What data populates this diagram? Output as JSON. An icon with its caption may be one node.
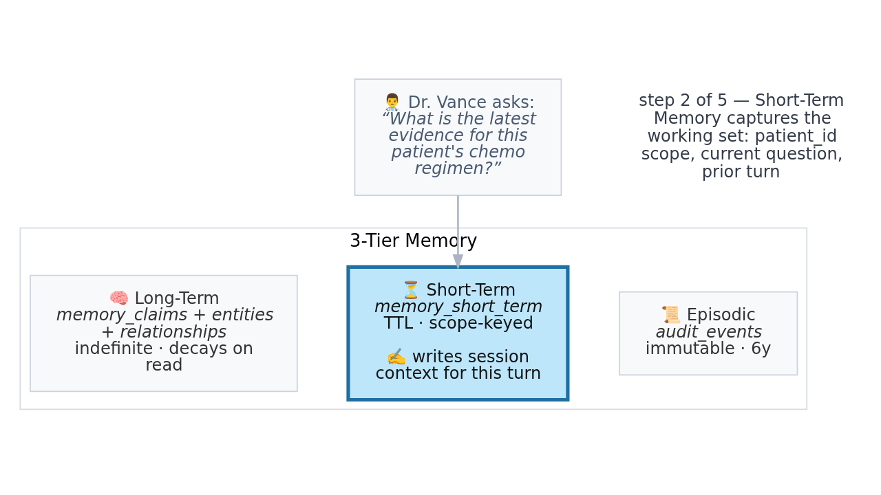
{
  "diagram": {
    "nodes": [
      {
        "text": [
          "👨‍⚕️ Dr. Vance asks:",
          "“What is the latest evidence for this patient's chemo regimen?”"
        ]
      },
      {
        "text": [
          "3-Tier Memory"
        ]
      },
      {
        "text": [
          "📜 Episodic",
          "audit_events",
          "immutable · 6y"
        ],
        "in": 1
      },
      {
        "text": [
          "⏳ Short-Term",
          "memory_short_term",
          "TTL · scope-keyed",
          "✍️ writes session context for this turn"
        ],
        "in": 1
      },
      {
        "text": [
          "🧠 Long-Term",
          "memory_claims + entities + relationships",
          "indefinite · decays on read"
        ],
        "in": 1
      }
    ],
    "edges": [
      {
        "from": 0,
        "to": 3,
        "arrow": "to"
      }
    ],
    "labels": [
      "step 2 of 5 — Short-Term Memory captures the working set: patient_id scope, current question, prior turn"
    ]
  }
}
